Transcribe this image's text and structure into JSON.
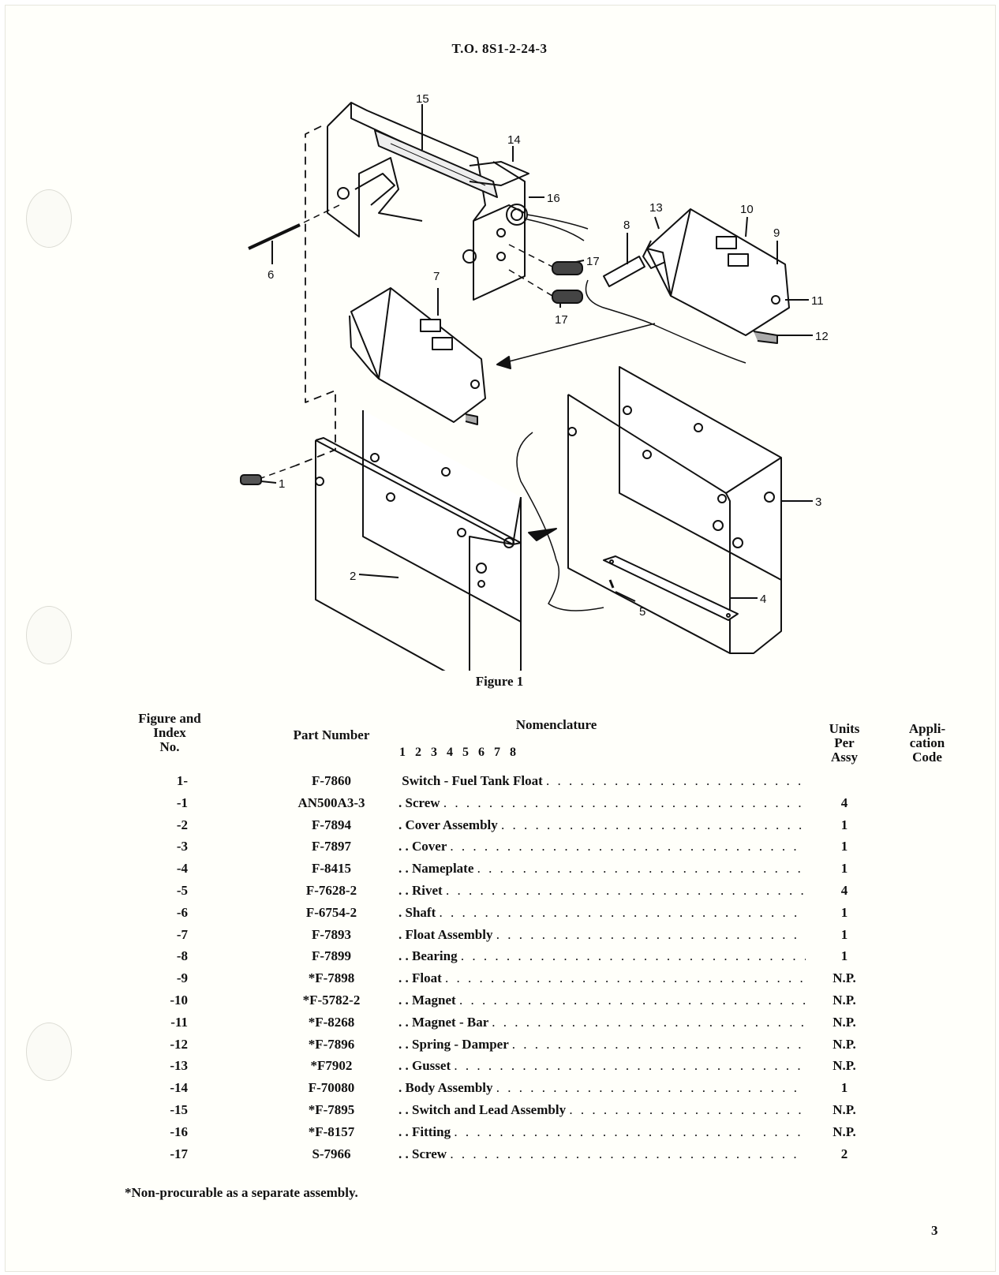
{
  "header": "T.O. 8S1-2-24-3",
  "caption": "Figure 1",
  "callouts": [
    "1",
    "2",
    "3",
    "4",
    "5",
    "6",
    "7",
    "8",
    "9",
    "10",
    "11",
    "12",
    "13",
    "14",
    "15",
    "16",
    "17",
    "17"
  ],
  "columns": {
    "index": [
      "Figure and",
      "Index",
      "No."
    ],
    "part": "Part Number",
    "nomenclature": "Nomenclature",
    "indent_digits": "1 2 3 4 5 6 7 8",
    "units": [
      "Units",
      "Per",
      "Assy"
    ],
    "code": [
      "Appli-",
      "cation",
      "Code"
    ]
  },
  "rows": [
    {
      "index": "1-",
      "part": "F-7860",
      "indent": "",
      "name": "Switch - Fuel Tank Float",
      "units": ""
    },
    {
      "index": "-1",
      "part": "AN500A3-3",
      "indent": ".",
      "name": "Screw",
      "units": "4"
    },
    {
      "index": "-2",
      "part": "F-7894",
      "indent": ".",
      "name": "Cover Assembly",
      "units": "1"
    },
    {
      "index": "-3",
      "part": "F-7897",
      "indent": ". .",
      "name": "Cover",
      "units": "1"
    },
    {
      "index": "-4",
      "part": "F-8415",
      "indent": ". .",
      "name": "Nameplate",
      "units": "1"
    },
    {
      "index": "-5",
      "part": "F-7628-2",
      "indent": ". .",
      "name": "Rivet",
      "units": "4"
    },
    {
      "index": "-6",
      "part": "F-6754-2",
      "indent": ".",
      "name": "Shaft",
      "units": "1"
    },
    {
      "index": "-7",
      "part": "F-7893",
      "indent": ".",
      "name": "Float Assembly",
      "units": "1"
    },
    {
      "index": "-8",
      "part": "F-7899",
      "indent": ". .",
      "name": "Bearing",
      "units": "1"
    },
    {
      "index": "-9",
      "part": "*F-7898",
      "indent": ". .",
      "name": "Float",
      "units": "N.P."
    },
    {
      "index": "-10",
      "part": "*F-5782-2",
      "indent": ". .",
      "name": "Magnet",
      "units": "N.P."
    },
    {
      "index": "-11",
      "part": "*F-8268",
      "indent": ". .",
      "name": "Magnet - Bar",
      "units": "N.P."
    },
    {
      "index": "-12",
      "part": "*F-7896",
      "indent": ". .",
      "name": "Spring - Damper",
      "units": "N.P."
    },
    {
      "index": "-13",
      "part": "*F7902",
      "indent": ". .",
      "name": "Gusset",
      "units": "N.P."
    },
    {
      "index": "-14",
      "part": "F-70080",
      "indent": ".",
      "name": "Body Assembly",
      "units": "1"
    },
    {
      "index": "-15",
      "part": "*F-7895",
      "indent": ". .",
      "name": "Switch and Lead Assembly",
      "units": "N.P."
    },
    {
      "index": "-16",
      "part": "*F-8157",
      "indent": ". .",
      "name": "Fitting",
      "units": "N.P."
    },
    {
      "index": "-17",
      "part": "S-7966",
      "indent": ". .",
      "name": "Screw",
      "units": "2"
    }
  ],
  "footnote": "*Non-procurable as a separate assembly.",
  "page_number": "3",
  "dot_leader": ". . . . . . . . . . . . . . . . . . . . . . . . . . . . . . . . . . . . . . . . . ."
}
